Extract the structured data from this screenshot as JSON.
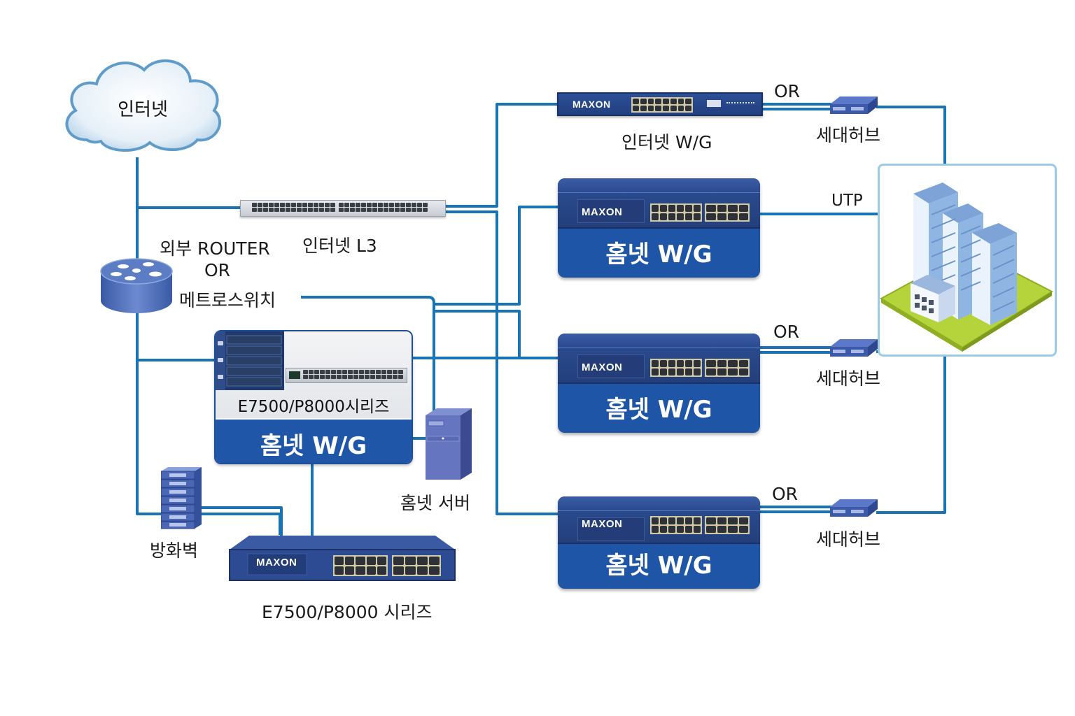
{
  "diagram": {
    "title": "홈넷 네트워크 구성도",
    "colors": {
      "wire": "#1a74b4",
      "device_blue": "#1f55a6",
      "device_dark": "#233f80",
      "hub_blue": "#3d5aa8",
      "text": "#1a1a1a",
      "building_frame": "#9ccbea",
      "ground": "#b5d33a"
    },
    "nodes": {
      "internet": {
        "label": "인터넷",
        "icon": "cloud-icon"
      },
      "l3_switch": {
        "label": "인터넷 L3",
        "icon": "rack-switch-icon"
      },
      "router": {
        "label_line1": "외부 ROUTER",
        "label_line2": "OR",
        "label_line3": "메트로스위치",
        "icon": "router-icon"
      },
      "core_gateway": {
        "series": "E7500/P8000시리즈",
        "label": "홈넷 W/G",
        "icon": "chassis-switch-icon"
      },
      "firewall": {
        "label": "방화벽",
        "icon": "firewall-icon"
      },
      "homenet_server": {
        "label": "홈넷 서버",
        "icon": "server-tower-icon"
      },
      "bottom_switch": {
        "brand": "MAXON",
        "label": "E7500/P8000 시리즈",
        "icon": "switch-icon"
      },
      "internet_wg": {
        "brand": "MAXON",
        "label": "인터넷 W/G",
        "icon": "switch-icon"
      },
      "homenet_wg": [
        {
          "brand": "MAXON",
          "label": "홈넷 W/G"
        },
        {
          "brand": "MAXON",
          "label": "홈넷 W/G"
        },
        {
          "brand": "MAXON",
          "label": "홈넷 W/G"
        }
      ],
      "unit_hubs": [
        {
          "label": "세대허브",
          "or_label": "OR",
          "icon": "hub-icon"
        },
        {
          "label": "세대허브",
          "or_label": "OR",
          "icon": "hub-icon"
        },
        {
          "label": "세대허브",
          "or_label": "OR",
          "icon": "hub-icon"
        }
      ],
      "apartment": {
        "icon": "apartment-building-icon"
      }
    },
    "link_labels": {
      "utp": "UTP"
    }
  }
}
